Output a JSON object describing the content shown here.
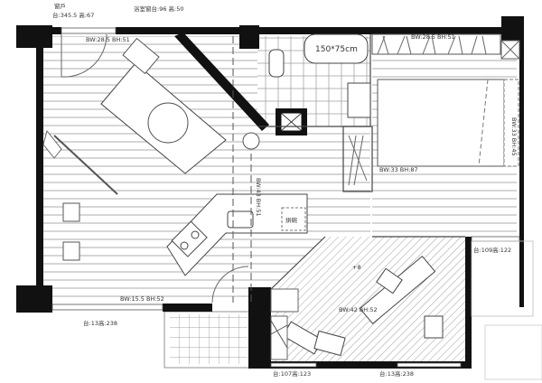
{
  "plan": {
    "labels": {
      "window_title": "窗戶",
      "window_dims": "台:345.5 高:67",
      "bath_window": "浴室窗台:96 高:50",
      "bathtub": "150*75cm",
      "wardrobe_left": "BW:28.5 BH:51",
      "wardrobe_right": "BW:28.5 BH:51",
      "kitchen_cabinet": "BW:43 BH:51",
      "bedroom_cabinet": "BW:33 BH:87",
      "bedroom_side": "BW:33 BH:45",
      "dish_dryer": "烘碗",
      "bedroom_window": "台:109高:122",
      "living_cabinet": "BW:15.5 BH:52",
      "living_window": "台:13高:238",
      "study_window_left": "台:107高:123",
      "study_window_right": "台:13高:238",
      "study_cabinet": "BW:42 BH:52",
      "level_mark": "+8"
    },
    "colors": {
      "wall": "#111111",
      "line": "#777777",
      "paper": "#ffffff"
    }
  }
}
